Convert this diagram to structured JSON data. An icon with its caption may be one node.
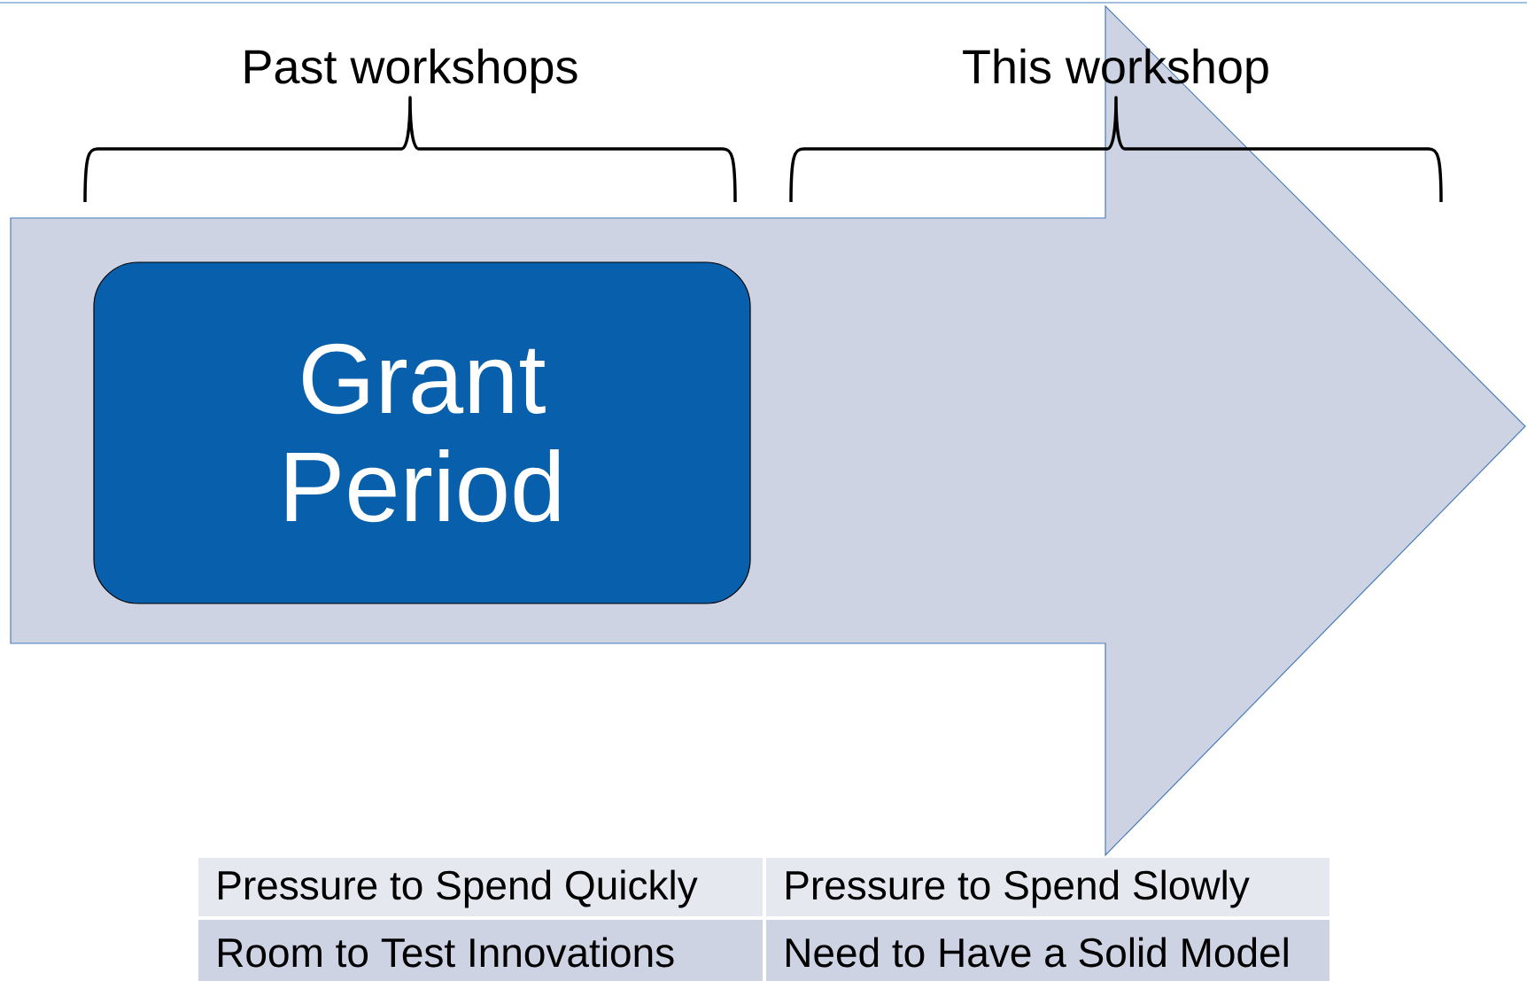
{
  "diagram": {
    "nodes": [
      {
        "text": [],
        "shape": "arrow"
      },
      {
        "text": [
          "Grant Period"
        ],
        "in": 0
      }
    ],
    "labels": [
      "Past workshops",
      "This workshop",
      "Pressure to Spend Quickly",
      "Pressure to Spend Slowly",
      "Room to Test Innovations",
      "Need to Have a Solid Model"
    ]
  }
}
